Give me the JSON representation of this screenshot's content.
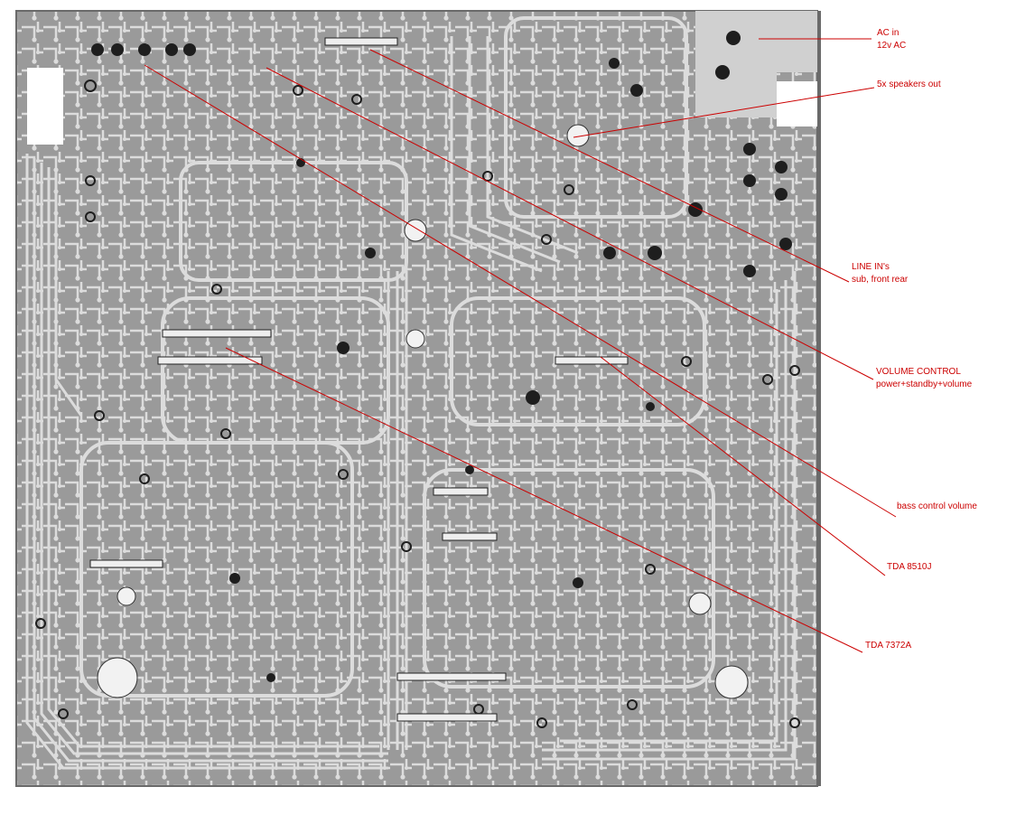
{
  "colors": {
    "board": "#9a9a9a",
    "copper": "#dcdcdc",
    "pad_dark": "#202020",
    "annotation": "#cc0000"
  },
  "annotations": [
    {
      "id": "ac-in",
      "lines": [
        "AC in",
        "12v AC"
      ]
    },
    {
      "id": "speakers-out",
      "lines": [
        "5x speakers out"
      ]
    },
    {
      "id": "line-in",
      "lines": [
        "LINE IN's",
        "sub, front rear"
      ]
    },
    {
      "id": "volume-control",
      "lines": [
        "VOLUME CONTROL",
        "power+standby+volume"
      ]
    },
    {
      "id": "bass-control",
      "lines": [
        "bass control volume"
      ]
    },
    {
      "id": "tda8510j",
      "lines": [
        "TDA 8510J"
      ]
    },
    {
      "id": "tda7372a",
      "lines": [
        "TDA 7372A"
      ]
    }
  ]
}
